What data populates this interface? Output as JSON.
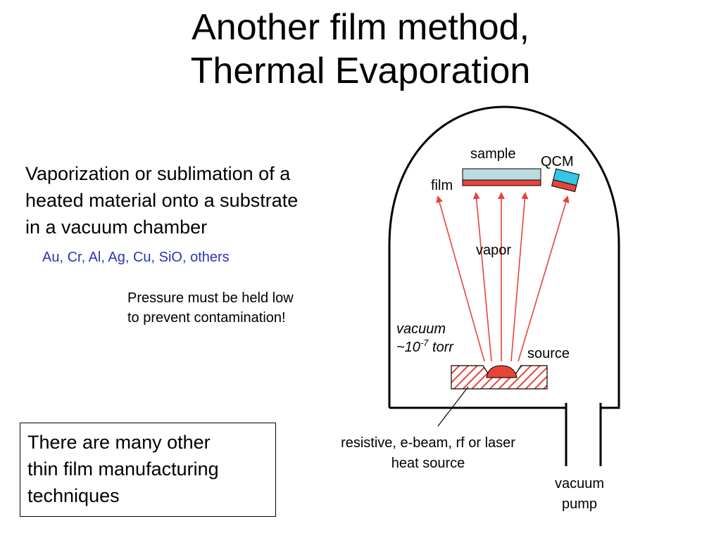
{
  "title": {
    "line1": "Another film method,",
    "line2": "Thermal Evaporation"
  },
  "description": {
    "line1": "Vaporization or sublimation of a",
    "line2": "heated material onto a substrate",
    "line3": "in a vacuum chamber"
  },
  "materials": "Au, Cr, Al, Ag, Cu, SiO, others",
  "pressure_note": {
    "line1": "Pressure must be held low",
    "line2": "to prevent contamination!"
  },
  "box_note": {
    "line1": "There are many other",
    "line2": "thin film manufacturing",
    "line3": "techniques"
  },
  "diagram": {
    "sample_label": "sample",
    "qcm_label": "QCM",
    "film_label": "film",
    "vapor_label": "vapor",
    "vacuum_label": "vacuum",
    "pressure_prefix": "~10",
    "pressure_exponent": "-7",
    "pressure_unit": " torr",
    "source_label": "source",
    "heat_source_line1": "resistive, e-beam, rf or laser",
    "heat_source_line2": "heat source",
    "pump_line1": "vacuum",
    "pump_line2": "pump",
    "colors": {
      "vapor_arrow": "#e8443a",
      "film": "#e8443a",
      "sample": "#b8dce0",
      "qcm_crystal": "#33c6e6",
      "source_hatch": "#e8443a",
      "materials_text": "#2a35b5"
    }
  }
}
